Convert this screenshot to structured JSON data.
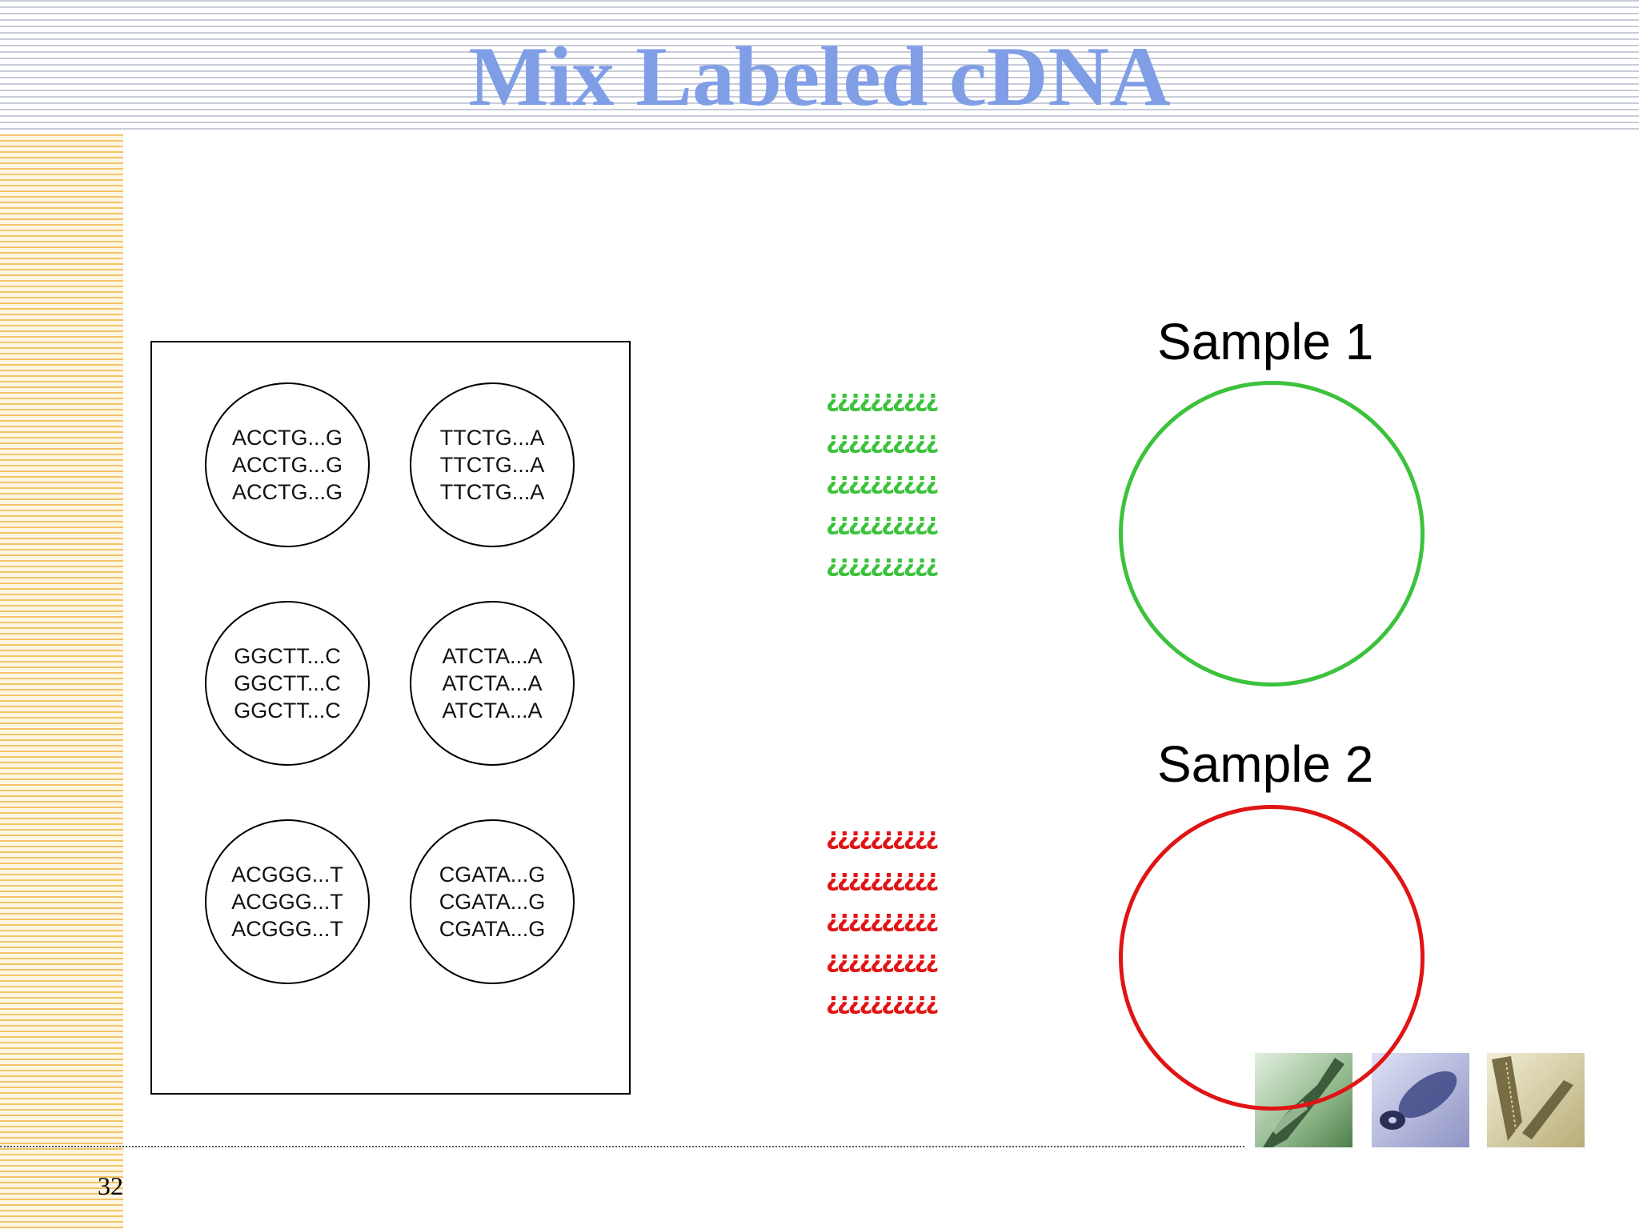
{
  "slide": {
    "title": "Mix Labeled cDNA",
    "page_number": "32"
  },
  "array": {
    "spots": [
      {
        "lines": [
          "ACCTG...G",
          "ACCTG...G",
          "ACCTG...G"
        ]
      },
      {
        "lines": [
          "TTCTG...A",
          "TTCTG...A",
          "TTCTG...A"
        ]
      },
      {
        "lines": [
          "GGCTT...C",
          "GGCTT...C",
          "GGCTT...C"
        ]
      },
      {
        "lines": [
          "ATCTA...A",
          "ATCTA...A",
          "ATCTA...A"
        ]
      },
      {
        "lines": [
          "ACGGG...T",
          "ACGGG...T",
          "ACGGG...T"
        ]
      },
      {
        "lines": [
          "CGATA...G",
          "CGATA...G",
          "CGATA...G"
        ]
      }
    ]
  },
  "labeled_cdna": {
    "sample1_rows": [
      "¿¿¿¿¿¿¿¿¿¿",
      "¿¿¿¿¿¿¿¿¿¿",
      "¿¿¿¿¿¿¿¿¿¿",
      "¿¿¿¿¿¿¿¿¿¿",
      "¿¿¿¿¿¿¿¿¿¿"
    ],
    "sample2_rows": [
      "¿¿¿¿¿¿¿¿¿¿",
      "¿¿¿¿¿¿¿¿¿¿",
      "¿¿¿¿¿¿¿¿¿¿",
      "¿¿¿¿¿¿¿¿¿¿",
      "¿¿¿¿¿¿¿¿¿¿"
    ]
  },
  "samples": {
    "sample1": {
      "label": "Sample 1"
    },
    "sample2": {
      "label": "Sample 2"
    }
  },
  "colors": {
    "title": "#7f9ee6",
    "sample1": "#3cc23c",
    "sample2": "#e01414"
  },
  "decor": {
    "thumbnails": [
      "chip-thumbnail",
      "disc-thumbnail",
      "tool-thumbnail"
    ]
  }
}
